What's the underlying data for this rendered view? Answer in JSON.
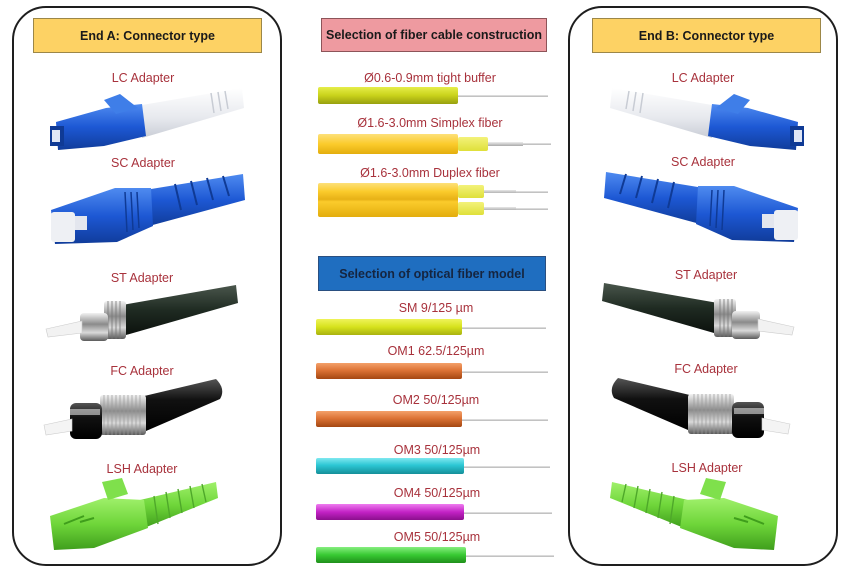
{
  "end_a": {
    "title": "End A: Connector type",
    "connectors": [
      {
        "label": "LC Adapter",
        "color": "#1f5fd6",
        "boot_color": "#eef0f4"
      },
      {
        "label": "SC Adapter",
        "color": "#1f5fd6"
      },
      {
        "label": "ST Adapter",
        "color": "#1f2a22"
      },
      {
        "label": "FC Adapter",
        "color": "#111111"
      },
      {
        "label": "LSH Adapter",
        "color": "#6fd63a"
      }
    ]
  },
  "end_b": {
    "title": "End B: Connector type",
    "connectors": [
      {
        "label": "LC Adapter",
        "color": "#1f5fd6",
        "boot_color": "#eef0f4"
      },
      {
        "label": "SC Adapter",
        "color": "#1f5fd6"
      },
      {
        "label": "ST Adapter",
        "color": "#1f2a22"
      },
      {
        "label": "FC Adapter",
        "color": "#111111"
      },
      {
        "label": "LSH Adapter",
        "color": "#6fd63a"
      }
    ]
  },
  "cable_construction": {
    "title": "Selection of fiber cable construction",
    "items": [
      {
        "label": "Ø0.6-0.9mm tight buffer",
        "color": "#c9d21a"
      },
      {
        "label": "Ø1.6-3.0mm Simplex fiber",
        "color": "#fbcb2b"
      },
      {
        "label": "Ø1.6-3.0mm Duplex fiber",
        "color": "#fbcb2b"
      }
    ]
  },
  "fiber_model": {
    "title": "Selection of optical fiber model",
    "items": [
      {
        "label": "SM 9/125 µm",
        "color": "#d6e21c"
      },
      {
        "label": "OM1 62.5/125µm",
        "color": "#dd7436"
      },
      {
        "label": "OM2 50/125µm",
        "color": "#dd7436"
      },
      {
        "label": "OM3 50/125µm",
        "color": "#2cc7d4"
      },
      {
        "label": "OM4 50/125µm",
        "color": "#c322c6"
      },
      {
        "label": "OM5 50/125µm",
        "color": "#37c932"
      }
    ]
  },
  "colors": {
    "label_text": "#a8323c",
    "header_yellow": "#fdd264",
    "header_pink": "#ee9aa0",
    "header_blue": "#1f6ec0",
    "panel_border": "#1e1e1e"
  }
}
